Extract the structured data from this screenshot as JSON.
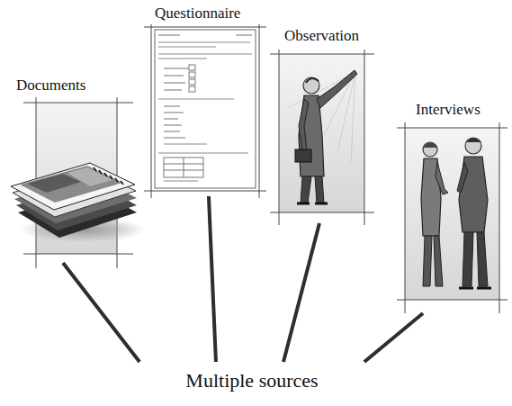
{
  "diagram": {
    "nodes": [
      {
        "text": [
          "Documents"
        ]
      },
      {
        "text": [
          "Questionnaire"
        ]
      },
      {
        "text": [
          "Observation"
        ]
      },
      {
        "text": [
          "Interviews"
        ]
      },
      {
        "text": [
          "Multiple sources"
        ]
      }
    ],
    "edges": [
      {
        "from": 0,
        "to": 4,
        "arrow": "none"
      },
      {
        "from": 1,
        "to": 4,
        "arrow": "none"
      },
      {
        "from": 2,
        "to": 4,
        "arrow": "none"
      },
      {
        "from": 3,
        "to": 4,
        "arrow": "none"
      }
    ]
  }
}
